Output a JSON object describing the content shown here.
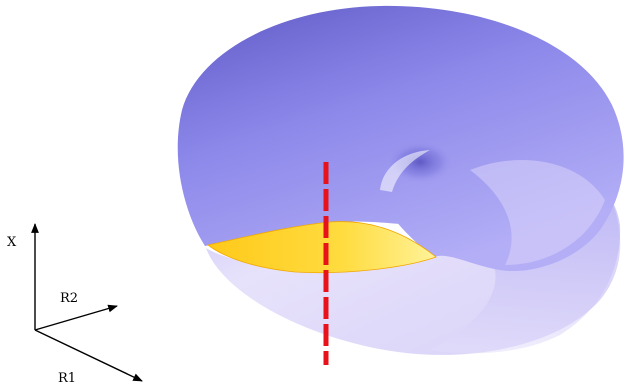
{
  "axes": {
    "x_label": "X",
    "r2_label": "R2",
    "r1_label": "R1"
  },
  "colors": {
    "surface_light": "#e2dcf8",
    "surface_mid": "#a49ef2",
    "surface_dark": "#625ec8",
    "section": "#ffd63a",
    "section_edge": "#f2a800",
    "axis_line": "#e8121b",
    "frame_axes": "#000000"
  }
}
